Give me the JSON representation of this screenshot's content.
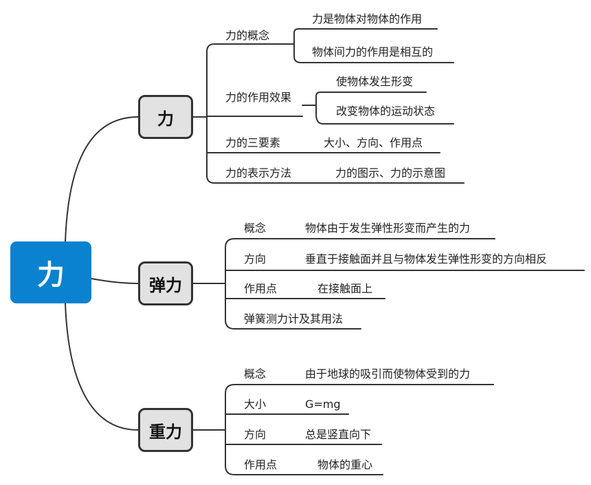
{
  "root": {
    "label": "力"
  },
  "branches": [
    {
      "label": "力",
      "items": [
        {
          "label": "力的概念",
          "details": [
            "力是物体对物体的作用",
            "物体间力的作用是相互的"
          ]
        },
        {
          "label": "力的作用效果",
          "details": [
            "使物体发生形变",
            "改变物体的运动状态"
          ]
        },
        {
          "label": "力的三要素",
          "details": [
            "大小、方向、作用点"
          ]
        },
        {
          "label": "力的表示方法",
          "details": [
            "力的图示、力的示意图"
          ]
        }
      ]
    },
    {
      "label": "弹力",
      "items": [
        {
          "label": "概念",
          "details": [
            "物体由于发生弹性形变而产生的力"
          ]
        },
        {
          "label": "方向",
          "details": [
            "垂直于接触面并且与物体发生弹性形变的方向相反"
          ]
        },
        {
          "label": "作用点",
          "details": [
            "在接触面上"
          ]
        },
        {
          "label": "弹簧测力计及其用法",
          "details": []
        }
      ]
    },
    {
      "label": "重力",
      "items": [
        {
          "label": "概念",
          "details": [
            "由于地球的吸引而使物体受到的力"
          ]
        },
        {
          "label": "大小",
          "details": [
            "G=mg"
          ]
        },
        {
          "label": "方向",
          "details": [
            "总是竖直向下"
          ]
        },
        {
          "label": "作用点",
          "details": [
            "物体的重心"
          ]
        }
      ]
    }
  ]
}
